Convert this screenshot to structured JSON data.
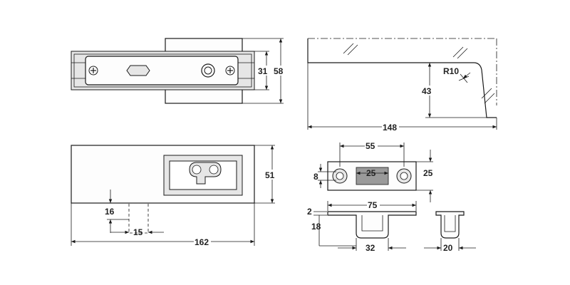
{
  "dimensions": {
    "top_lock_height_inner": "31",
    "top_lock_height_outer": "58",
    "glass_radius": "R10",
    "glass_height": "43",
    "glass_width": "148",
    "lock_width": "162",
    "lock_height": "51",
    "bolt_offset": "16",
    "bolt_width": "15",
    "strike_hole_spacing": "55",
    "strike_slot_width": "25",
    "strike_hole_diameter": "8",
    "strike_height": "25",
    "strike_length": "75",
    "strike_plate_thickness": "2",
    "strike_depth": "18",
    "strike_box_width": "32",
    "strike_box_side": "20"
  }
}
